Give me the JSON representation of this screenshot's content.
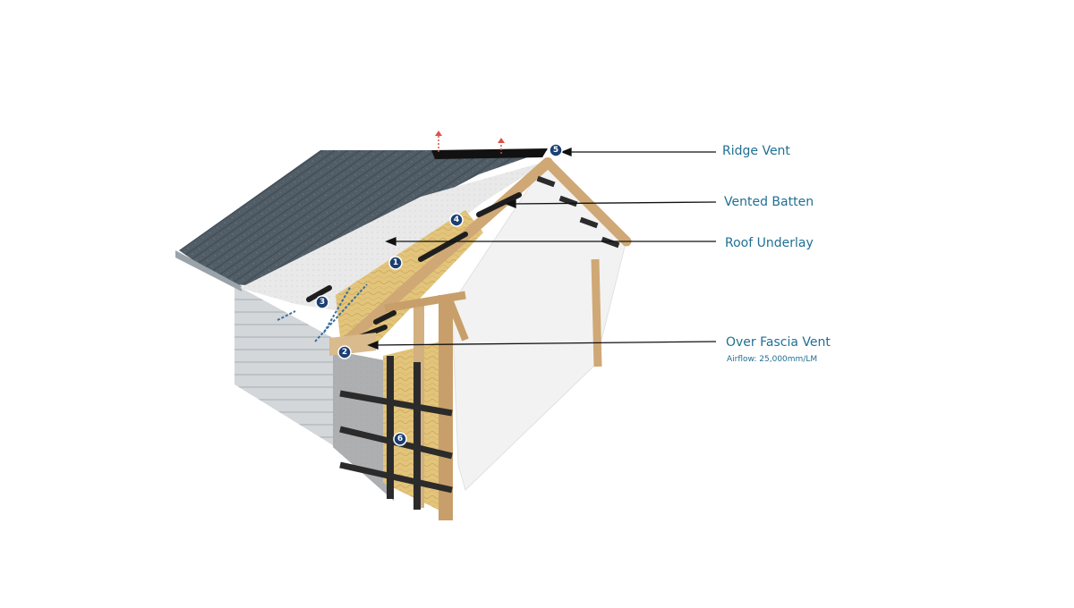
{
  "labels": {
    "ridge_vent": "Ridge Vent",
    "vented_batten": "Vented Batten",
    "roof_underlay": "Roof Underlay",
    "over_fascia_vent": "Over Fascia Vent",
    "airflow": "Airflow: 25,000mm/LM"
  },
  "markers": [
    "1",
    "2",
    "3",
    "4",
    "5",
    "6"
  ],
  "colors": {
    "label": "#1f6f93",
    "badge": "#1b3f73",
    "tile": "#4d5a63",
    "timber": "#d8b98b",
    "insulation": "#e3c57a",
    "underlay": "#e4e4e4",
    "cladding": "#cfd3d6",
    "ridge": "#111111"
  }
}
